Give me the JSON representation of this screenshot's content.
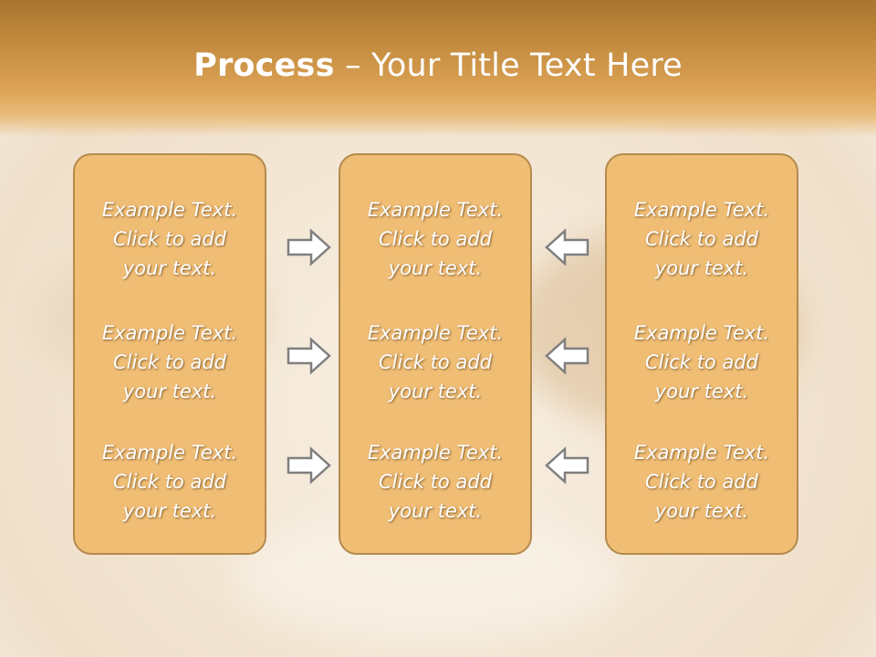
{
  "title": {
    "bold": "Process",
    "rest": " – Your Title Text Here"
  },
  "panels": [
    {
      "items": [
        "Example Text.\nClick  to add\nyour text.",
        "Example Text.\nClick  to add\nyour text.",
        "Example Text.\nClick  to add\nyour text."
      ]
    },
    {
      "items": [
        "Example Text.\nClick  to add\nyour text.",
        "Example Text.\nClick  to add\nyour text.",
        "Example Text.\nClick  to add\nyour text."
      ]
    },
    {
      "items": [
        "Example Text.\nClick  to add\nyour text.",
        "Example Text.\nClick  to add\nyour text.",
        "Example Text.\nClick  to add\nyour text."
      ]
    }
  ],
  "icons": {
    "left_arrows": "arrow-right-icon",
    "right_arrows": "arrow-left-icon"
  },
  "colors": {
    "header": "#c18a3d",
    "panel_fill": "#f0bd75",
    "panel_border": "#b48a4c",
    "text": "#ffffff"
  }
}
